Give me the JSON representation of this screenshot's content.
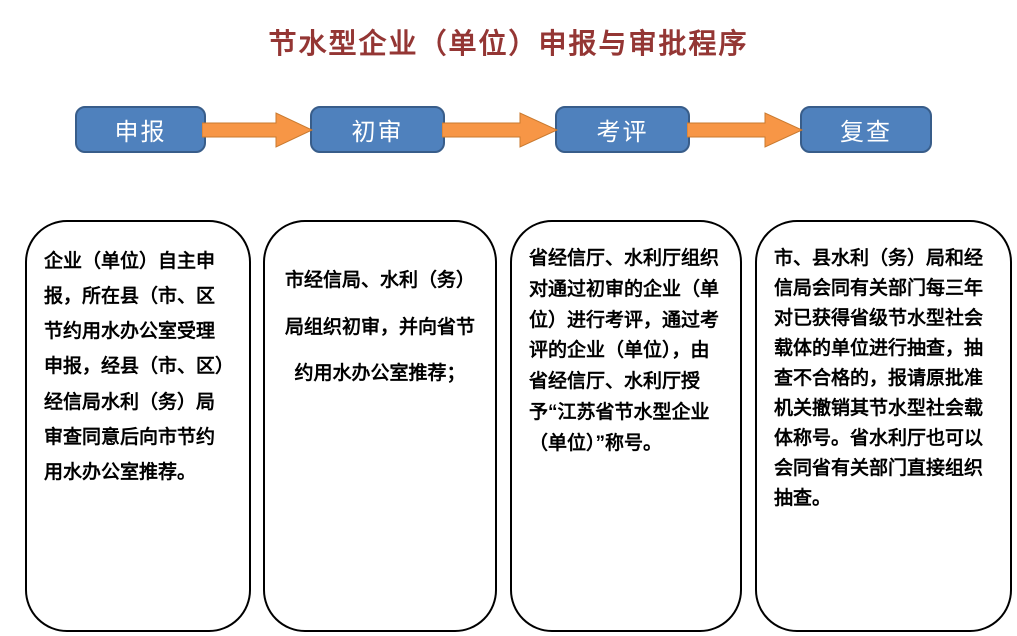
{
  "title": "节水型企业（单位）申报与审批程序",
  "steps": [
    {
      "label": "申报"
    },
    {
      "label": "初审"
    },
    {
      "label": "考评"
    },
    {
      "label": "复查"
    }
  ],
  "details": [
    {
      "text": "企业（单位）自主申报，所在县（市、区节约用水办公室受理申报，经县（市、区）经信局水利（务）局审查同意后向市节约用水办公室推荐。"
    },
    {
      "text": "市经信局、水利（务）局组织初审，并向省节约用水办公室推荐；"
    },
    {
      "text": "省经信厅、水利厅组织对通过初审的企业（单位）进行考评，通过考评的企业（单位），由省经信厅、水利厅授予“江苏省节水型企业（单位）”称号。"
    },
    {
      "text": "市、县水利（务）局和经信局会同有关部门每三年对已获得省级节水型社会载体的单位进行抽查，抽查不合格的，报请原批准机关撤销其节水型社会载体称号。省水利厅也可以会同省有关部门直接组织抽查。"
    }
  ],
  "icons": [
    {
      "name": "arrow-right-icon"
    },
    {
      "name": "arrow-right-icon"
    },
    {
      "name": "arrow-right-icon"
    }
  ],
  "colors": {
    "step_fill": "#4f81bd",
    "step_border": "#385d8a",
    "arrow_fill": "#f79646",
    "arrow_stroke": "#c97a2f",
    "title_color": "#943634",
    "detail_border": "#000000",
    "background": "#ffffff"
  }
}
